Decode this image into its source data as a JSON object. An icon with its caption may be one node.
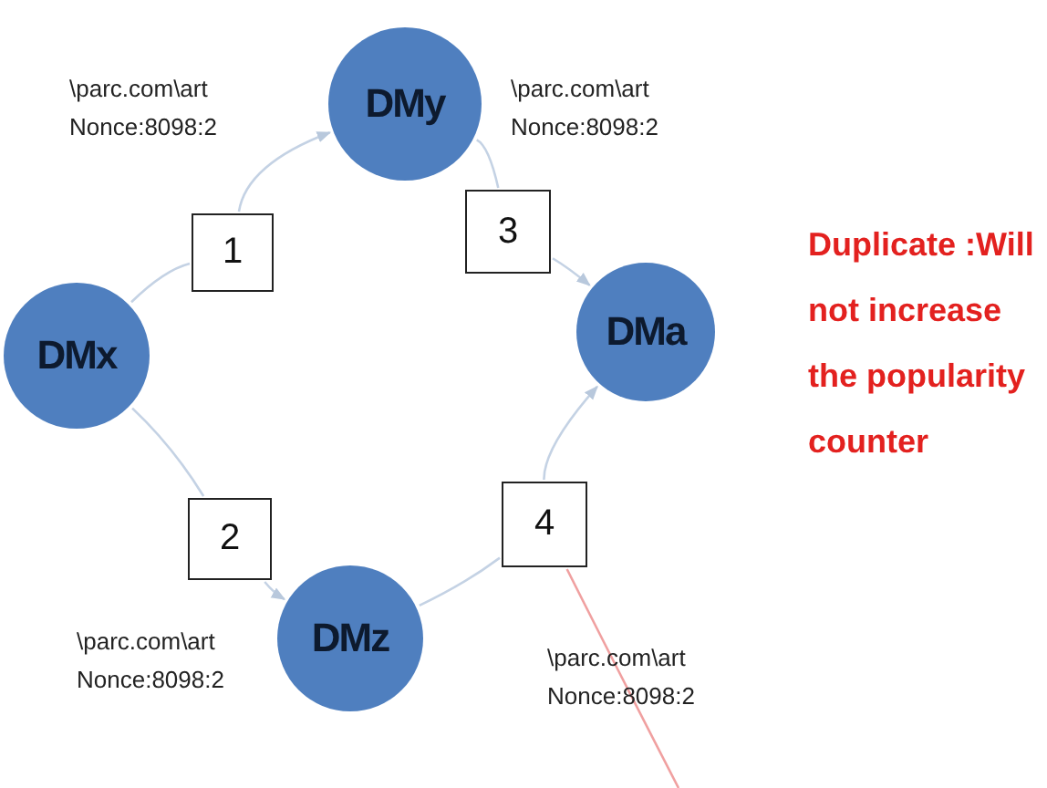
{
  "diagram": {
    "nodes": [
      {
        "text": [
          "DMx"
        ]
      },
      {
        "text": [
          "DMy"
        ]
      },
      {
        "text": [
          "DMa"
        ]
      },
      {
        "text": [
          "DMz"
        ]
      },
      {
        "text": [
          "1"
        ]
      },
      {
        "text": [
          "2"
        ]
      },
      {
        "text": [
          "3"
        ]
      },
      {
        "text": [
          "4"
        ]
      }
    ],
    "edges": [
      {
        "from": 0,
        "to": 4,
        "arrow": "none"
      },
      {
        "from": 4,
        "to": 1,
        "arrow": "to"
      },
      {
        "from": 1,
        "to": 6,
        "arrow": "none"
      },
      {
        "from": 6,
        "to": 2,
        "arrow": "to"
      },
      {
        "from": 0,
        "to": 5,
        "arrow": "none"
      },
      {
        "from": 5,
        "to": 3,
        "arrow": "to"
      },
      {
        "from": 3,
        "to": 7,
        "arrow": "none"
      },
      {
        "from": 7,
        "to": 2,
        "arrow": "to"
      },
      {
        "from": 7,
        "to": null,
        "arrow": "none",
        "color": "#f0a0a0"
      }
    ],
    "labels": [
      "\\parc.com\\art Nonce:8098:2",
      "\\parc.com\\art Nonce:8098:2",
      "Duplicate :Will not increase the popularity counter",
      "\\parc.com\\art Nonce:8098:2",
      "\\parc.com\\art Nonce:8098:2"
    ]
  }
}
